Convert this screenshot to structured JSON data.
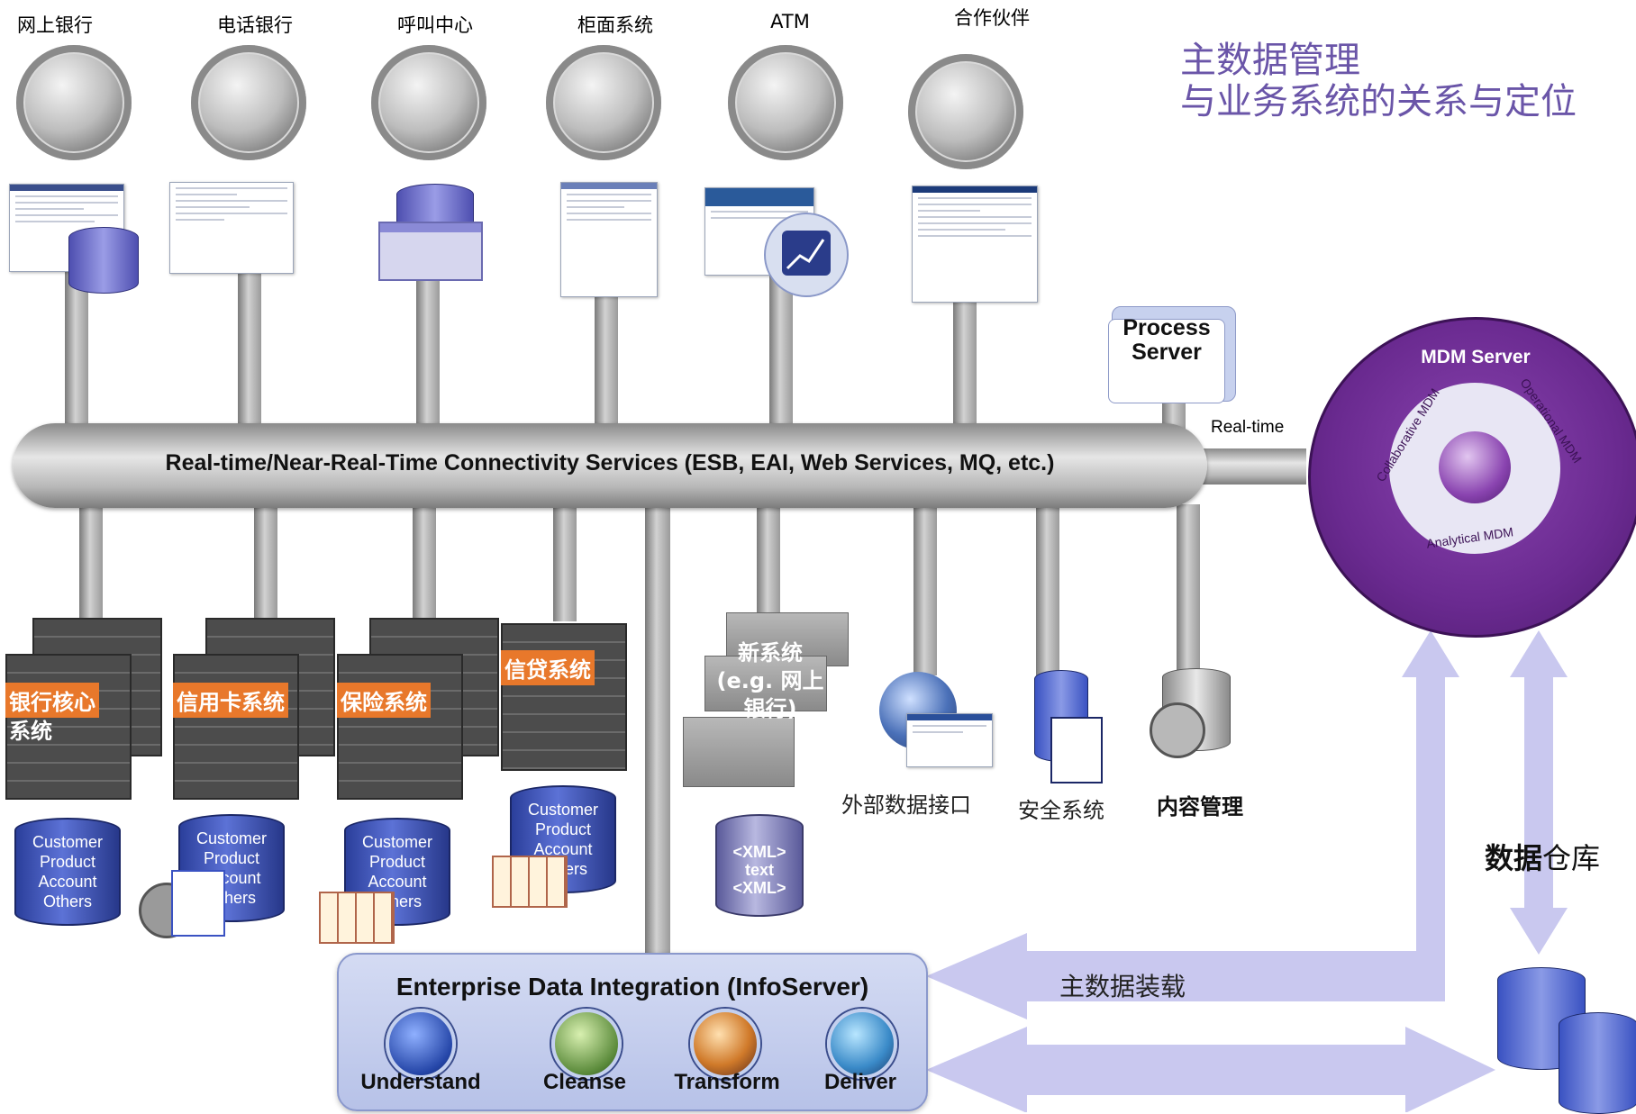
{
  "title": {
    "line1": "主数据管理",
    "line2": "与业务系统的关系与定位"
  },
  "channels": [
    {
      "label": "网上银行"
    },
    {
      "label": "电话银行"
    },
    {
      "label": "呼叫中心"
    },
    {
      "label": "柜面系统"
    },
    {
      "label": "ATM"
    },
    {
      "label": "合作伙伴"
    }
  ],
  "bus": {
    "label": "Real-time/Near-Real-Time Connectivity Services (ESB, EAI, Web Services, MQ, etc.)"
  },
  "process_server": {
    "line1": "Process",
    "line2": "Server"
  },
  "realtime_label": "Real-time",
  "mdm": {
    "title": "MDM Server",
    "segments": [
      "Collaborative MDM",
      "Operational MDM",
      "Analytical MDM"
    ]
  },
  "backend_systems": [
    {
      "label_line1": "银行核心",
      "label_line2": "系统",
      "db": [
        "Customer",
        "Product",
        "Account",
        "Others"
      ]
    },
    {
      "label_line1": "信用卡系统",
      "label_line2": "",
      "db": [
        "Customer",
        "Product",
        "Account",
        "Others"
      ]
    },
    {
      "label_line1": "保险系统",
      "label_line2": "",
      "db": [
        "Customer",
        "Product",
        "Account",
        "Others"
      ]
    },
    {
      "label_line1": "信贷系统",
      "label_line2": "",
      "db": [
        "Customer",
        "Product",
        "Account",
        "Others"
      ]
    }
  ],
  "new_system": {
    "line1": "新系统",
    "line2": "(e.g. 网上",
    "line3": "银行)",
    "db_line1": "<XML>",
    "db_line2": "text",
    "db_line3": "<XML>"
  },
  "external": {
    "label": "外部数据接口"
  },
  "security": {
    "label": "安全系统"
  },
  "content": {
    "label": "内容管理"
  },
  "warehouse": {
    "bold": "数据",
    "rest": "仓库"
  },
  "load_label": "主数据装载",
  "integration": {
    "title": "Enterprise Data Integration (InfoServer)",
    "tools": [
      "Understand",
      "Cleanse",
      "Transform",
      "Deliver"
    ]
  },
  "colors": {
    "title": "#6a55a8",
    "mdm": "#6b2d8f",
    "orange": "#e8782b",
    "db_blue": "#3a52c2",
    "arrow": "#c9c8ef"
  }
}
